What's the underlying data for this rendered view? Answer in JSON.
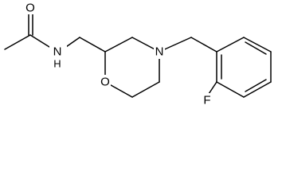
{
  "molecule": {
    "atoms": {
      "oxygen_carbonyl": "O",
      "nitrogen_amide": "N",
      "hydrogen_amide": "H",
      "oxygen_ring": "O",
      "nitrogen_ring": "N",
      "fluorine": "F"
    }
  }
}
